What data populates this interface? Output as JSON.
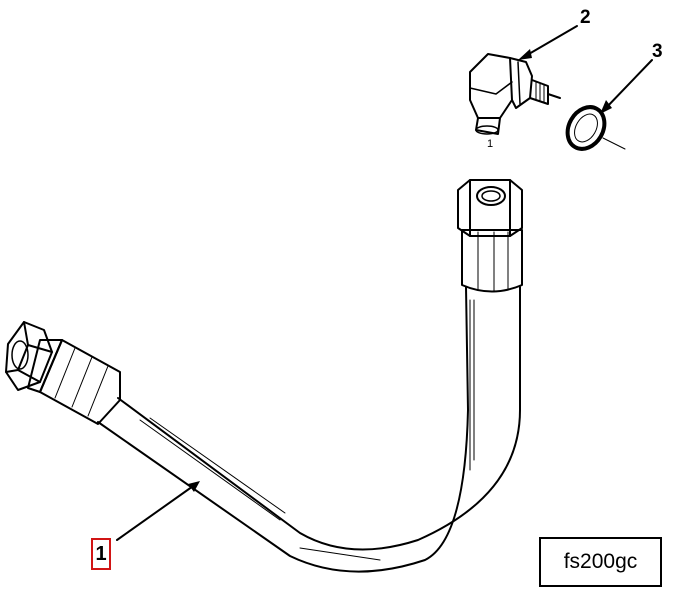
{
  "callouts": {
    "item_1": "1",
    "item_2": "2",
    "item_3": "3"
  },
  "elbow_marking": "1",
  "figure_id": "fs200gc",
  "colors": {
    "line": "#000000",
    "highlight_box": "#d11414",
    "background": "#ffffff"
  }
}
